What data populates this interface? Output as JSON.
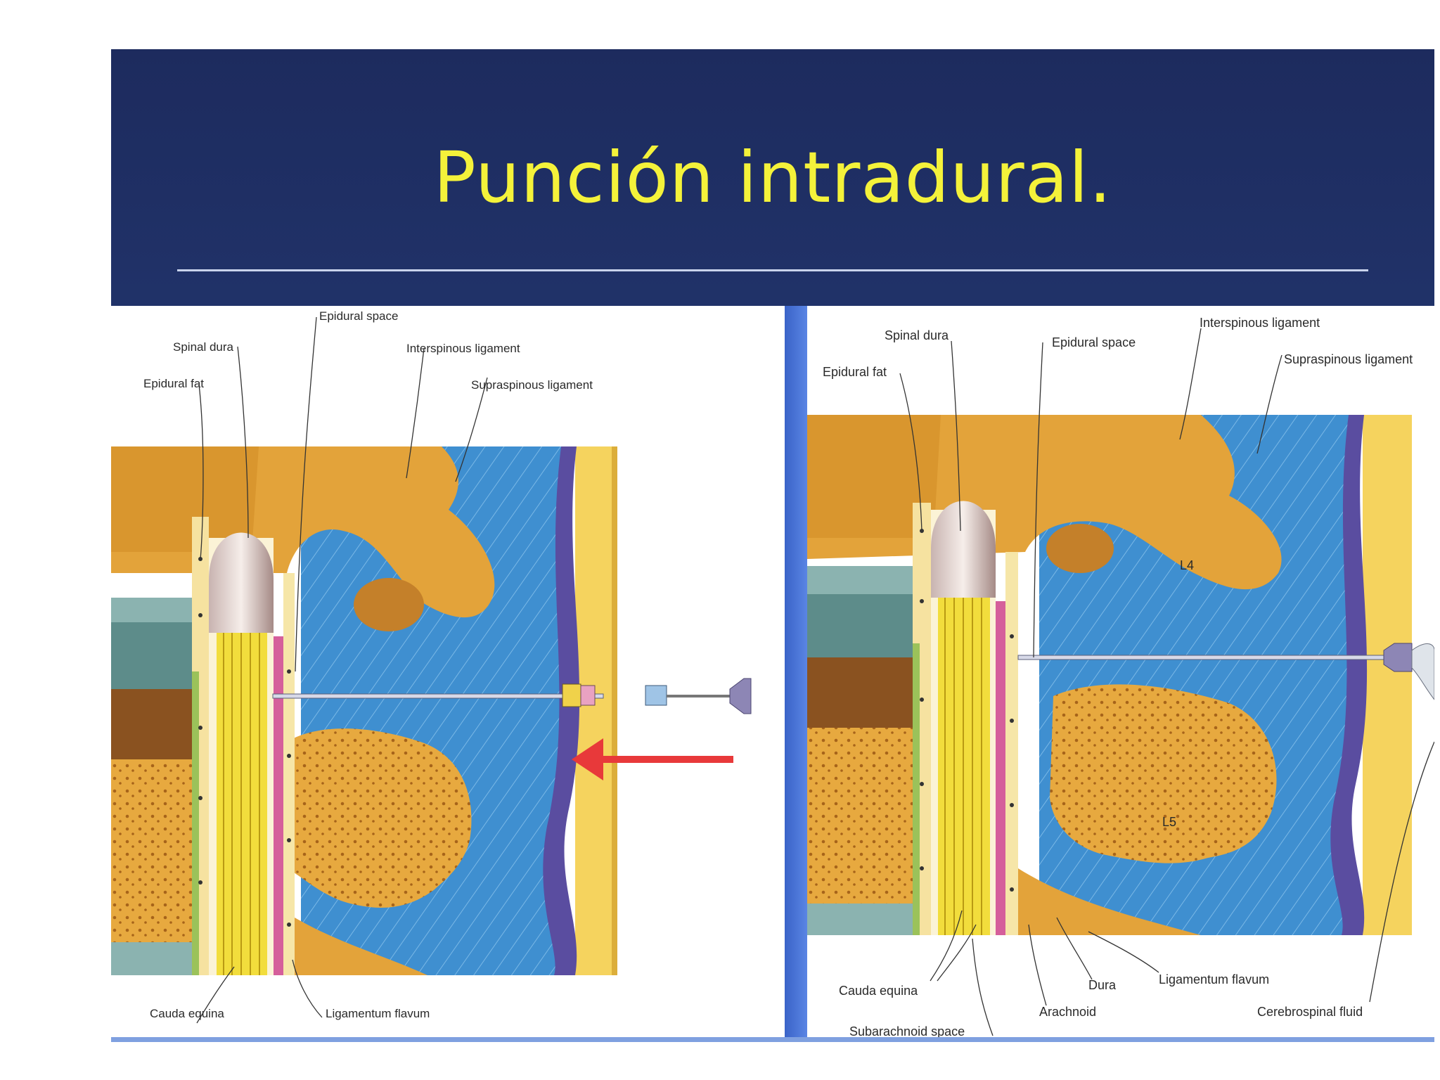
{
  "slide": {
    "title": "Punción intradural."
  },
  "left_diagram": {
    "labels": {
      "epidural_space": "Epidural space",
      "spinal_dura": "Spinal dura",
      "interspinous_ligament": "Interspinous ligament",
      "epidural_fat": "Epidural fat",
      "supraspinous_ligament": "Supraspinous ligament",
      "cauda_equina": "Cauda equina",
      "ligamentum_flavum": "Ligamentum flavum"
    }
  },
  "right_diagram": {
    "labels": {
      "spinal_dura": "Spinal dura",
      "epidural_space": "Epidural space",
      "interspinous_ligament": "Interspinous ligament",
      "supraspinous_ligament": "Supraspinous ligament",
      "epidural_fat": "Epidural fat",
      "l4": "L4",
      "l5": "L5",
      "cauda_equina": "Cauda equina",
      "dura": "Dura",
      "ligamentum_flavum": "Ligamentum flavum",
      "arachnoid": "Arachnoid",
      "cerebrospinal_fluid": "Cerebrospinal fluid",
      "subarachnoid_space": "Subarachnoid space"
    }
  },
  "colors": {
    "title": "#f4f23a",
    "slide_background": "#23366f",
    "arrow": "#e8393a",
    "bone": "#e9a73c",
    "ligament_blue": "#3f8fd0",
    "supraspinous_purple": "#5a4da0",
    "skin_yellow": "#f5d35e",
    "cauda_yellow": "#f2dd3c"
  }
}
